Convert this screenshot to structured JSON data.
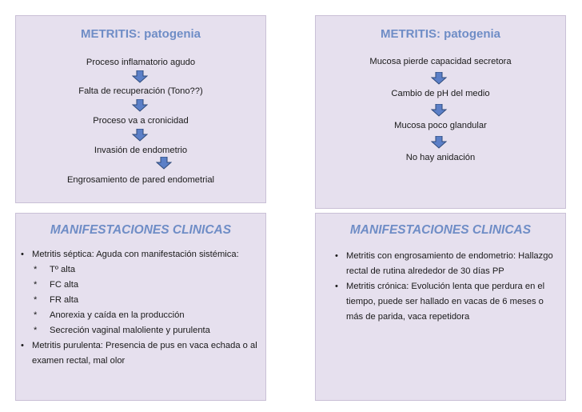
{
  "slide1": {
    "title": "METRITIS: patogenia",
    "steps": [
      "Proceso inflamatorio agudo",
      "Falta de recuperación (Tono??)",
      "Proceso va a cronicidad",
      "Invasión de endometrio",
      "Engrosamiento de pared endometrial"
    ]
  },
  "slide2": {
    "title": "METRITIS: patogenia",
    "steps": [
      "Mucosa pierde capacidad secretora",
      "Cambio de pH del medio",
      "Mucosa poco glandular",
      "No hay anidación"
    ]
  },
  "slide3": {
    "title": "MANIFESTACIONES CLINICAS",
    "bullet1": "Metritis séptica: Aguda con manifestación sistémica:",
    "sub": [
      "Tº alta",
      "FC alta",
      "FR alta",
      "Anorexia y caída en la producción",
      "Secreción vaginal maloliente y purulenta"
    ],
    "bullet2": "Metritis purulenta: Presencia de pus en vaca echada o al examen rectal, mal olor",
    "bullet_symbol": "•",
    "star_symbol": "*"
  },
  "slide4": {
    "title": "MANIFESTACIONES CLINICAS",
    "bullet1": "Metritis con engrosamiento de endometrio: Hallazgo rectal de rutina alrededor de 30 días PP",
    "bullet2": "Metritis crónica: Evolución lenta que perdura en el tiempo, puede ser hallado en vacas de 6 meses o más de parida, vaca repetidora",
    "bullet_symbol": "•"
  },
  "colors": {
    "slide_bg": "#e6e0ee",
    "title": "#6f8dc6",
    "arrow_fill": "#5b7fc7",
    "arrow_stroke": "#2e4a7a"
  }
}
